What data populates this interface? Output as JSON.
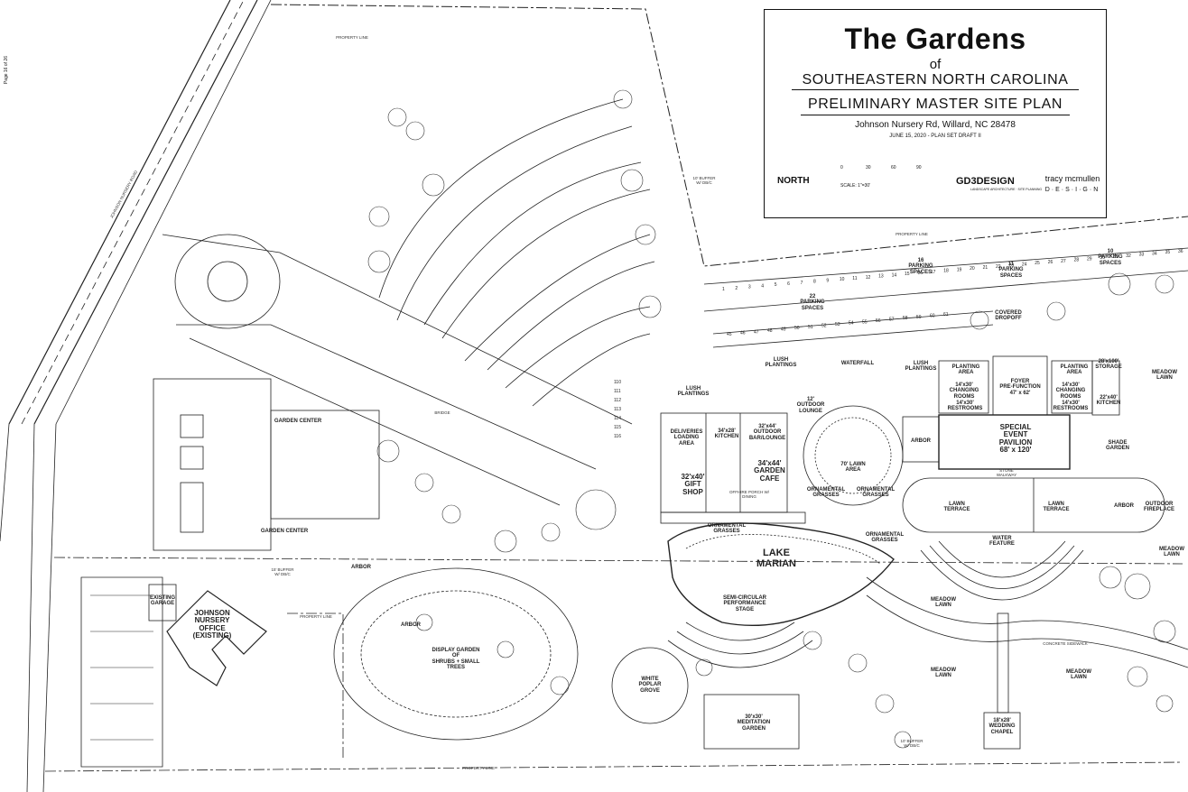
{
  "page_number": "Page 16 of 26",
  "title_block": {
    "title": "The Gardens",
    "of": "of",
    "subtitle": "SOUTHEASTERN NORTH CAROLINA",
    "plan_name": "PRELIMINARY MASTER SITE PLAN",
    "address": "Johnson Nursery Rd, Willard, NC 28478",
    "date": "JUNE 15, 2020 - PLAN SET DRAFT II",
    "north": "NORTH",
    "scale": "SCALE: 1\"=30'",
    "scale_ticks": [
      "0",
      "30",
      "60",
      "90"
    ],
    "firm1": "GD3DESIGN",
    "firm1_sub": "LANDSCAPE ARCHITECTURE · SITE PLANNING",
    "firm2": "tracy mcmullen",
    "firm2_sub": "D·E·S·I·G·N"
  },
  "labels": {
    "lake": "LAKE\nMARIAN",
    "special_event": "SPECIAL\nEVENT\nPAVILION\n68' x 120'",
    "garden_cafe": "34'x44'\nGARDEN\nCAFE",
    "gift_shop": "32'x40'\nGIFT\nSHOP",
    "kitchen": "34'x28'\nKITCHEN",
    "deliveries": "DELIVERIES\nLOADING\nAREA",
    "outdoor_bar": "32'x44'\nOUTDOOR\nBAR/LOUNGE",
    "johnson_office": "JOHNSON\nNURSERY\nOFFICE\n(EXISTING)",
    "existing_garage": "EXISTING\nGARAGE",
    "display_garden": "DISPLAY GARDEN\nOF\nSHRUBS + SMALL\nTREES",
    "white_poplar": "WHITE\nPOPLAR\nGROVE",
    "amphitheater": "SEMI-CIRCULAR\nPERFORMANCE\nSTAGE",
    "meditation_garden": "30'x30'\nMEDITATION\nGARDEN",
    "wedding_chapel": "18'x28'\nWEDDING\nCHAPEL",
    "garden_center_1": "GARDEN CENTER",
    "garden_center_2": "GARDEN CENTER",
    "lawn_terrace_1": "LAWN\nTERRACE",
    "lawn_terrace_2": "LAWN\nTERRACE",
    "water_feature": "WATER\nFEATURE",
    "meadow_lawn_1": "MEADOW\nLAWN",
    "meadow_lawn_2": "MEADOW\nLAWN",
    "meadow_lawn_3": "MEADOW\nLAWN",
    "meadow_lawn_4": "MEADOW\nLAWN",
    "meadow_lawn_5": "MEADOW\nLAWN",
    "lawn_area": "70' LAWN\nAREA",
    "outdoor_lounge": "12'\nOUTDOOR\nLOUNGE",
    "waterfall": "WATERFALL",
    "lush_plantings_1": "LUSH\nPLANTINGS",
    "lush_plantings_2": "LUSH\nPLANTINGS",
    "lush_plantings_3": "LUSH\nPLANTINGS",
    "foyer": "FOYER\nPRE-FUNCTION\n47' x 62'",
    "changing_1": "14'x30'\nCHANGING\nROOMS",
    "changing_2": "14'x30'\nCHANGING\nROOMS",
    "restrooms_1": "14'x30'\nRESTROOMS",
    "restrooms_2": "14'x30'\nRESTROOMS",
    "storage": "28'x100'\nSTORAGE",
    "kitchen2": "22'x40'\nKITCHEN",
    "covered_dropoff": "COVERED\nDROPOFF",
    "planting_area_1": "PLANTING\nAREA",
    "planting_area_2": "PLANTING\nAREA",
    "parking_16": "16\nPARKING\nSPACES",
    "parking_22": "22\nPARKING\nSPACES",
    "parking_11": "11\nPARKING\nSPACES",
    "parking_10": "10\nPARKING\nSPACES",
    "outdoor_fireplace": "OUTDOOR\nFIREPLACE",
    "arbor_1": "ARBOR",
    "arbor_2": "ARBOR",
    "arbor_3": "ARBOR",
    "arbor_4": "ARBOR",
    "shade_garden": "SHADE\nGARDEN",
    "ornamental_grasses_1": "ORNAMENTAL\nGRASSES",
    "ornamental_grasses_2": "ORNAMENTAL\nGRASSES",
    "ornamental_grasses_3": "ORNAMENTAL\nGRASSES",
    "ornamental_grasses_4": "ORNAMENTAL\nGRASSES",
    "offhire_porch": "OFFHIRE PORCH W/\nDINING",
    "stone_walkway": "STONE\nWALKWAY",
    "property_line_1": "PROPERTY LINE",
    "property_line_2": "PROPERTY LINE",
    "property_line_3": "PROPERTY LINE",
    "property_line_4": "PROPERTY LINE",
    "bridge": "BRIDGE",
    "concrete_sidewalk": "CONCRETE SIDEWALK",
    "buffer_1": "10' BUFFER\nW/ DB/C",
    "buffer_2": "15' BUFFER\nW/ DB/C",
    "buffer_3": "10' BUFFER\nW/ DB/C",
    "road_name": "JOHNSON NURSERY ROAD"
  },
  "parking_numbers": {
    "top_row": [
      "1",
      "2",
      "3",
      "4",
      "5",
      "6",
      "7",
      "8",
      "9",
      "10",
      "11",
      "12",
      "13",
      "14",
      "15",
      "16",
      "17",
      "18",
      "19",
      "20",
      "21",
      "22",
      "23",
      "24",
      "25",
      "26",
      "27",
      "28",
      "29",
      "30",
      "31",
      "32",
      "33",
      "34",
      "35",
      "36"
    ],
    "lower_row": [
      "45",
      "46",
      "47",
      "48",
      "49",
      "50",
      "51",
      "52",
      "53",
      "54",
      "55",
      "56",
      "57",
      "58",
      "59",
      "60",
      "61"
    ],
    "stall_column": [
      "110",
      "111",
      "112",
      "113",
      "114",
      "115",
      "116"
    ]
  }
}
